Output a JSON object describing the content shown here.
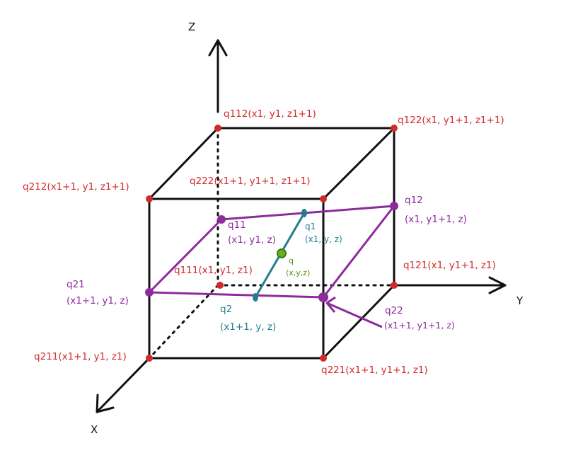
{
  "axes": {
    "x": "X",
    "y": "Y",
    "z": "Z"
  },
  "colors": {
    "cube": "#111111",
    "corner": "#d22a2a",
    "plane": "#8e2a9e",
    "segment": "#1f7f8c",
    "point": "#6ab020"
  },
  "corners": {
    "q112": "q112(x1, y1, z1+1)",
    "q122": "q122(x1, y1+1, z1+1)",
    "q212": "q212(x1+1, y1, z1+1)",
    "q222": "q222(x1+1, y1+1, z1+1)",
    "q111": "q111(x1, y1, z1)",
    "q121": "q121(x1, y1+1, z1)",
    "q211": "q211(x1+1, y1, z1)",
    "q221": "q221(x1+1, y1+1, z1)"
  },
  "plane_points": {
    "q11": {
      "name": "q11",
      "coords": "(x1, y1, z)"
    },
    "q12": {
      "name": "q12",
      "coords": "(x1, y1+1, z)"
    },
    "q21": {
      "name": "q21",
      "coords": "(x1+1, y1, z)"
    },
    "q22": {
      "name": "q22",
      "coords": "(x1+1, y1+1, z)"
    }
  },
  "segment_points": {
    "q1": {
      "name": "q1",
      "coords": "(x1, y, z)"
    },
    "q2": {
      "name": "q2",
      "coords": "(x1+1, y, z)"
    }
  },
  "target": {
    "name": "q",
    "coords": "(x,y,z)"
  }
}
